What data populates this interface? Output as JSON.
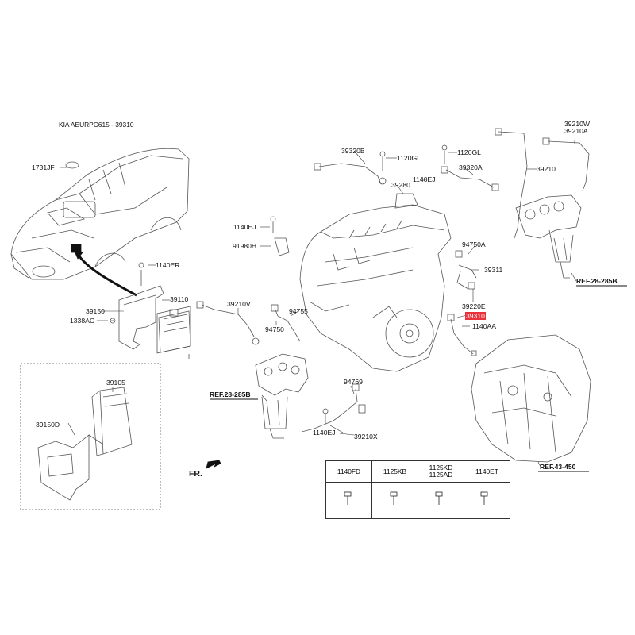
{
  "title": "KIA AEURPC615 - 39310",
  "highlight_color": "#e8313a",
  "labels": {
    "l_1731JF": "1731JF",
    "l_1140ER": "1140ER",
    "l_39110": "39110",
    "l_39150": "39150",
    "l_1338AC": "1338AC",
    "l_39105": "39105",
    "l_39150D": "39150D",
    "l_39320B": "39320B",
    "l_1120GL_a": "1120GL",
    "l_1120GL_b": "1120GL",
    "l_39320A": "39320A",
    "l_1140EJ_a": "1140EJ",
    "l_39280": "39280",
    "l_1140EJ_b": "1140EJ",
    "l_91980H": "91980H",
    "l_39210V": "39210V",
    "l_94755": "94755",
    "l_94750": "94750",
    "l_94750A": "94750A",
    "l_39311": "39311",
    "l_39220E": "39220E",
    "l_39310": "39310",
    "l_1140AA": "1140AA",
    "l_39210W": "39210W",
    "l_39210A": "39210A",
    "l_39210": "39210",
    "l_94769": "94769",
    "l_1140EJ_c": "1140EJ",
    "l_39210X": "39210X",
    "fr": "FR."
  },
  "refs": {
    "ref_285B_right": "REF.28-285B",
    "ref_285B_left": "REF.28-285B",
    "ref_43_450": "REF.43-450"
  },
  "fastener_table": {
    "headers": [
      "1140FD",
      "1125KB",
      "1125KD\n1125AD",
      "1140ET"
    ]
  }
}
